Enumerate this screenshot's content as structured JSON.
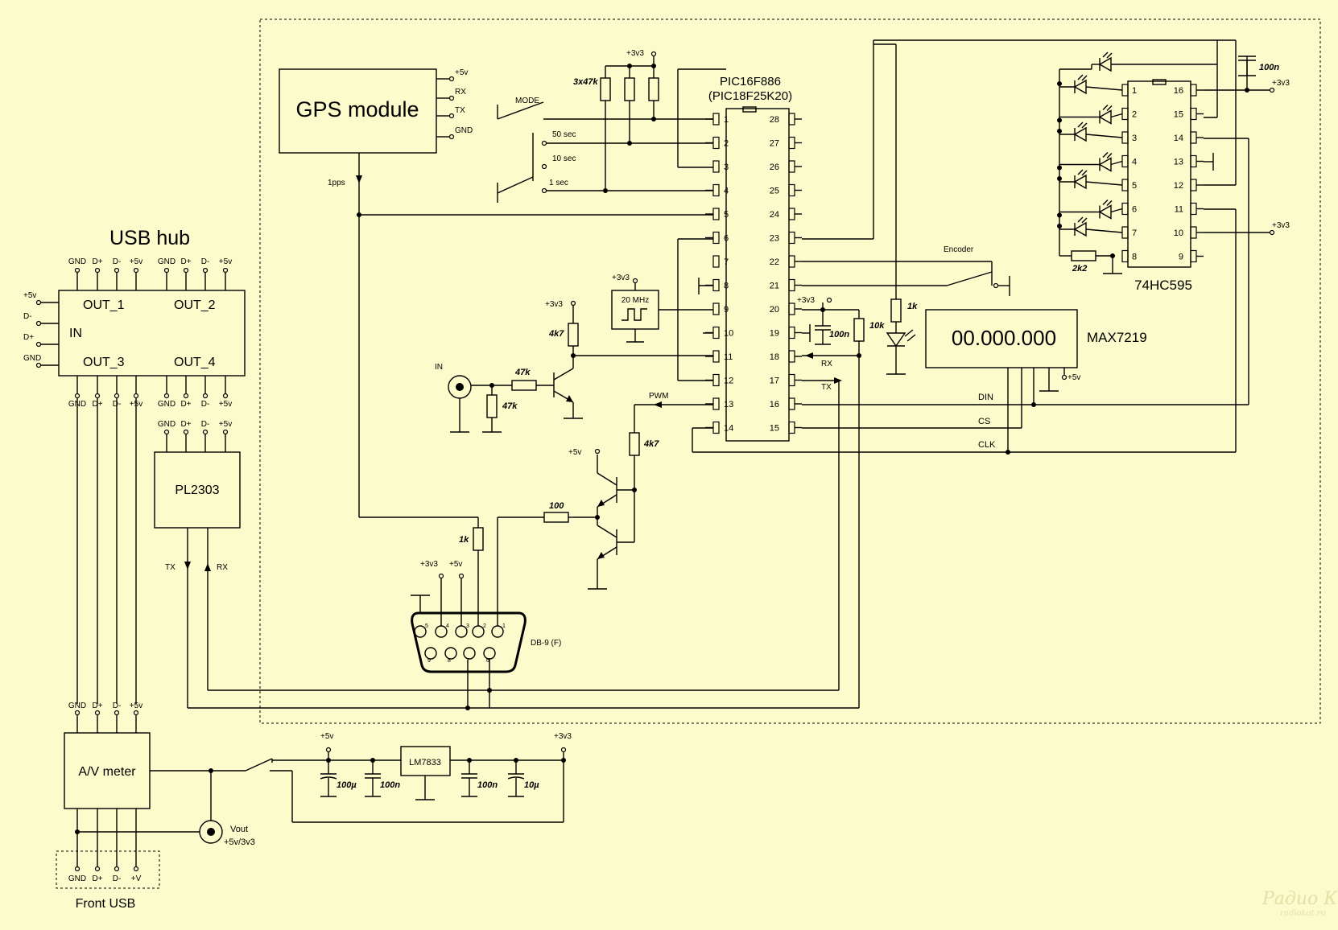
{
  "blocks": {
    "gps": {
      "title": "GPS module",
      "pins": [
        "+5v",
        "RX",
        "TX",
        "GND"
      ],
      "output": "1pps"
    },
    "usb_hub": {
      "title": "USB hub",
      "ports": [
        "OUT_1",
        "OUT_2",
        "OUT_3",
        "OUT_4"
      ],
      "input": "IN",
      "in_pins": [
        "+5v",
        "D-",
        "D+",
        "GND"
      ],
      "port_pins": [
        "GND",
        "D+",
        "D-",
        "+5v"
      ]
    },
    "pl2303": {
      "title": "PL2303",
      "tx": "TX",
      "rx": "RX"
    },
    "mcu": {
      "title": "PIC16F886",
      "subtitle": "(PIC18F25K20)",
      "left_pins": [
        "1",
        "2",
        "3",
        "4",
        "5",
        "6",
        "7",
        "8",
        "9",
        "10",
        "11",
        "12",
        "13",
        "14"
      ],
      "right_pins": [
        "28",
        "27",
        "26",
        "25",
        "24",
        "23",
        "22",
        "21",
        "20",
        "19",
        "18",
        "17",
        "16",
        "15"
      ]
    },
    "shift_register": {
      "title": "74HC595",
      "left_pins": [
        "1",
        "2",
        "3",
        "4",
        "5",
        "6",
        "7",
        "8"
      ],
      "right_pins": [
        "16",
        "15",
        "14",
        "13",
        "12",
        "11",
        "10",
        "9"
      ]
    },
    "display": {
      "value": "00.000.000",
      "title": "MAX7219",
      "supply": "+5v"
    },
    "av_meter": {
      "title": "A/V meter",
      "pins": [
        "GND",
        "D+",
        "D-",
        "+5v"
      ]
    },
    "front_usb": {
      "title": "Front USB",
      "pins": [
        "GND",
        "D+",
        "D-",
        "+V"
      ]
    },
    "regulator": {
      "title": "LM7833"
    },
    "connector": {
      "title": "DB-9 (F)",
      "pins_top": [
        "5",
        "4",
        "3",
        "2",
        "1"
      ],
      "pins_bottom": [
        "9",
        "8",
        "7",
        "6"
      ]
    },
    "oscillator": {
      "title": "20 MHz",
      "supply": "+3v3"
    }
  },
  "labels": {
    "mode": "MODE",
    "sec50": "50 sec",
    "sec10": "10 sec",
    "sec1": "1 sec",
    "pullups": "3x47k",
    "v33": "+3v3",
    "v5": "+5v",
    "encoder": "Encoder",
    "rx": "RX",
    "tx": "TX",
    "pwm": "PWM",
    "in": "IN",
    "din": "DIN",
    "cs": "CS",
    "clk": "CLK",
    "vout": "Vout",
    "vout_val": "+5v/3v3",
    "c100n": "100n",
    "c100u": "100µ",
    "c10u": "10µ",
    "r1k": "1k",
    "r10k": "10k",
    "r4k7": "4k7",
    "r47k": "47k",
    "r100": "100",
    "r2k2": "2k2"
  },
  "watermark": {
    "line1": "Радио КОТ",
    "line2": "radiokot.ru"
  },
  "colors": {
    "background": "#fbfbcb",
    "ink": "#000000"
  }
}
